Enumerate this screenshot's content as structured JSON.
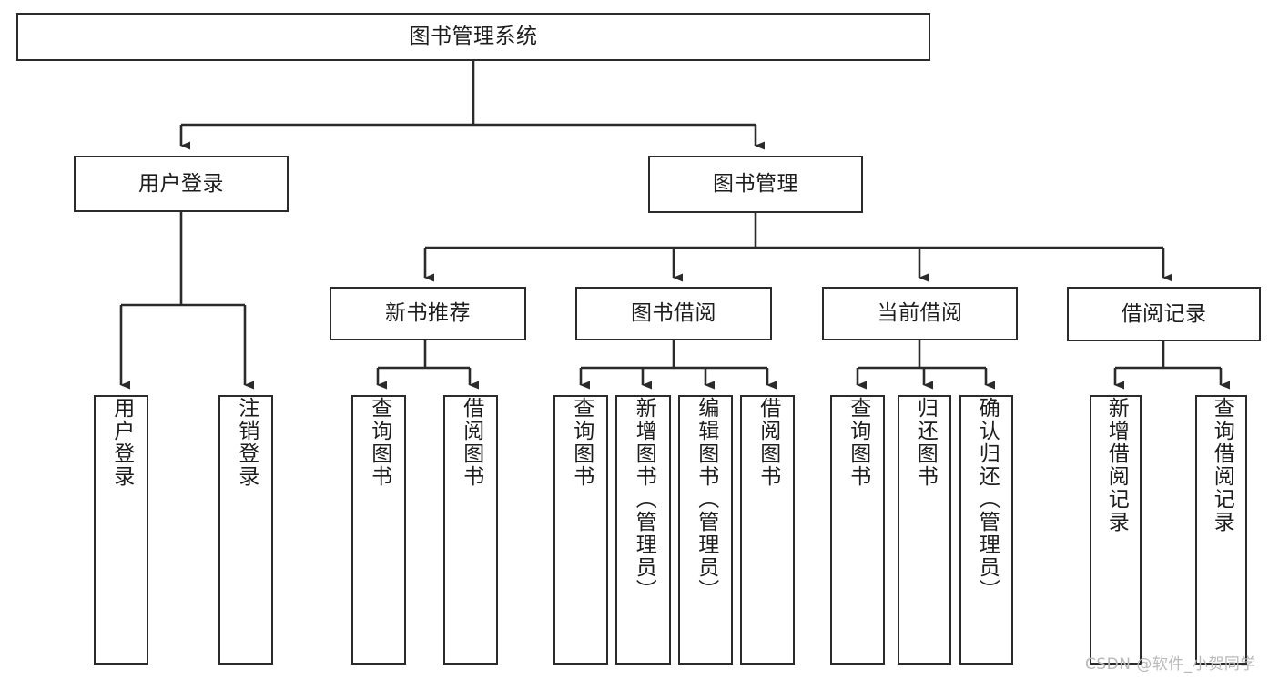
{
  "diagram": {
    "title": "图书管理系统",
    "type": "functional-structure-tree",
    "orientation": "top-down",
    "colors": {
      "node_border": "#2b2b2b",
      "node_fill": "#ffffff",
      "connector": "#2b2b2b",
      "text": "#1d1d1d",
      "watermark": "#b9b9b9",
      "background": "#ffffff"
    }
  },
  "nodes": {
    "root": {
      "label": "图书管理系统",
      "level": 1,
      "orientation": "horizontal"
    },
    "level2": [
      {
        "id": "user-login",
        "label": "用户登录",
        "orientation": "horizontal"
      },
      {
        "id": "book-management",
        "label": "图书管理",
        "orientation": "horizontal"
      }
    ],
    "level3": [
      {
        "id": "new-book-recommend",
        "label": "新书推荐",
        "orientation": "horizontal"
      },
      {
        "id": "book-borrow",
        "label": "图书借阅",
        "orientation": "horizontal"
      },
      {
        "id": "current-borrow",
        "label": "当前借阅",
        "orientation": "horizontal"
      },
      {
        "id": "borrow-record",
        "label": "借阅记录",
        "orientation": "horizontal"
      }
    ],
    "leaves": {
      "user-login": [
        {
          "id": "leaf-user-login",
          "label": "用户登录",
          "orientation": "vertical"
        },
        {
          "id": "leaf-logout-login",
          "label": "注销登录",
          "orientation": "vertical"
        }
      ],
      "new-book-recommend": [
        {
          "id": "leaf-query-book-1",
          "label": "查询图书",
          "orientation": "vertical"
        },
        {
          "id": "leaf-borrow-book-1",
          "label": "借阅图书",
          "orientation": "vertical"
        }
      ],
      "book-borrow": [
        {
          "id": "leaf-query-book-2",
          "label": "查询图书",
          "orientation": "vertical"
        },
        {
          "id": "leaf-add-book",
          "label": "新增图书（管理员）",
          "orientation": "vertical"
        },
        {
          "id": "leaf-edit-book",
          "label": "编辑图书（管理员）",
          "orientation": "vertical"
        },
        {
          "id": "leaf-borrow-book-2",
          "label": "借阅图书",
          "orientation": "vertical"
        }
      ],
      "current-borrow": [
        {
          "id": "leaf-query-book-3",
          "label": "查询图书",
          "orientation": "vertical"
        },
        {
          "id": "leaf-return-book",
          "label": "归还图书",
          "orientation": "vertical"
        },
        {
          "id": "leaf-confirm-return",
          "label": "确认归还（管理员）",
          "orientation": "vertical"
        }
      ],
      "borrow-record": [
        {
          "id": "leaf-add-record",
          "label": "新增借阅记录",
          "orientation": "vertical"
        },
        {
          "id": "leaf-query-record",
          "label": "查询借阅记录",
          "orientation": "vertical"
        }
      ]
    }
  },
  "watermark": {
    "text": "CSDN @软件_小贺同学"
  }
}
